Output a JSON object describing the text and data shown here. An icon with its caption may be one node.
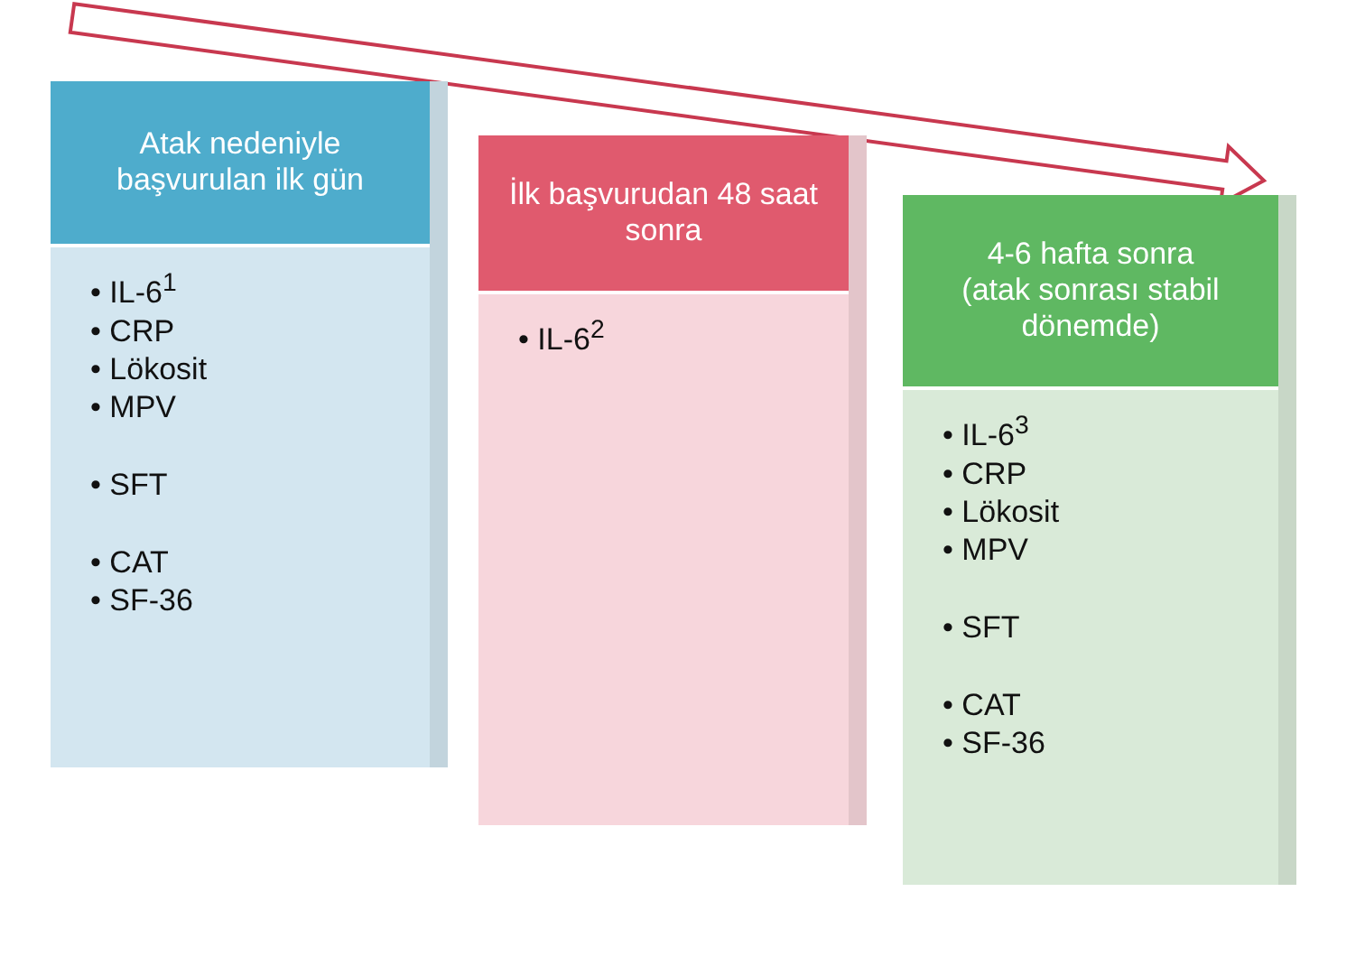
{
  "diagram": {
    "nodes": [
      {
        "text": [
          "Atak nedeniyle başvurulan ilk gün",
          "• IL-6$^{1}$",
          "• CRP",
          "• Lökosit",
          "• MPV",
          "• SFT",
          "• CAT",
          "• SF-36"
        ]
      },
      {
        "text": [
          "İlk başvurudan 48 saat sonra",
          "• IL-6$^{2}$"
        ]
      },
      {
        "text": [
          "4-6 hafta sonra (atak sonrası stabil dönemde)",
          "• IL-6$^{3}$",
          "• CRP",
          "• Lökosit",
          "• MPV",
          "• SFT",
          "• CAT",
          "• SF-36"
        ]
      }
    ],
    "edges": []
  }
}
